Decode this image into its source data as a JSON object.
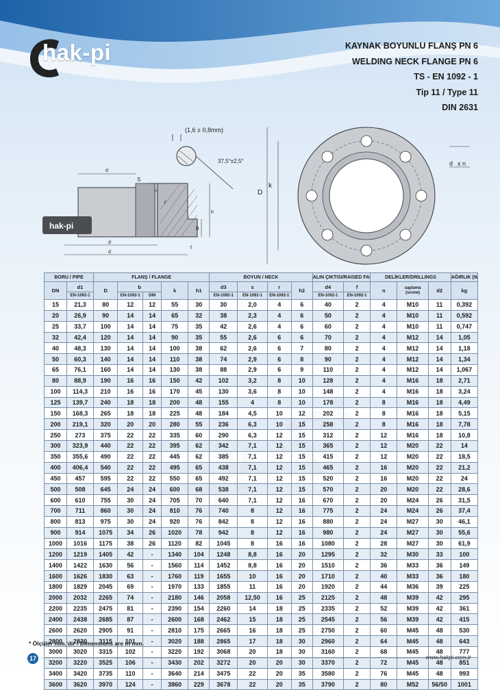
{
  "brand": {
    "logo_text": "hak-pi",
    "badge_text": "hak-pi",
    "watermark": "hak-pi"
  },
  "titles": [
    "KAYNAK BOYUNLU FLANŞ PN 6",
    "WELDING NECK FLANGE PN 6",
    "TS - EN 1092 - 1",
    "Tip 11 / Type 11",
    "DIN 2631"
  ],
  "drawing": {
    "tolerance": "(1,6 ± 0,8mm)",
    "angle": "37,5°±2,5°",
    "label_d1": "d",
    "label_s": "S",
    "label_h2": "h",
    "label_r": "r",
    "label_b": "b",
    "label_h1": "h",
    "label_f": "f",
    "label_d3": "d",
    "label_d4": "d",
    "label_D": "D",
    "label_k": "k",
    "label_d2xn": "d",
    "label_d2xn_suffix": "x n"
  },
  "table": {
    "groups": {
      "pipe": "BORU / PIPE",
      "flange": "FLANŞ / FLANGE",
      "neck": "BOYUN / NECK",
      "face": "ALIN ÇIKTISI/RAISED FACE",
      "drill": "DELİKLER/DRILLINGS",
      "weight": "AĞIRLIK (WEIGHT)"
    },
    "sym": {
      "dn": "DN",
      "d1": "d1",
      "D": "D",
      "b": "b",
      "k": "k",
      "h1": "h1",
      "d3": "d3",
      "s": "s",
      "r": "r",
      "h2": "h2",
      "d4": "d4",
      "f": "f",
      "n": "n",
      "bolt": "saplama (screw)",
      "d2": "d2",
      "kg": "kg"
    },
    "std": {
      "en": "EN-1092-1",
      "din": "DIN"
    },
    "rows": [
      [
        "15",
        "21,3",
        "80",
        "12",
        "12",
        "55",
        "30",
        "30",
        "2,0",
        "4",
        "6",
        "40",
        "2",
        "4",
        "M10",
        "11",
        "0,392"
      ],
      [
        "20",
        "26,9",
        "90",
        "14",
        "14",
        "65",
        "32",
        "38",
        "2,3",
        "4",
        "6",
        "50",
        "2",
        "4",
        "M10",
        "11",
        "0,592"
      ],
      [
        "25",
        "33,7",
        "100",
        "14",
        "14",
        "75",
        "35",
        "42",
        "2,6",
        "4",
        "6",
        "60",
        "2",
        "4",
        "M10",
        "11",
        "0,747"
      ],
      [
        "32",
        "42,4",
        "120",
        "14",
        "14",
        "90",
        "35",
        "55",
        "2,6",
        "6",
        "6",
        "70",
        "2",
        "4",
        "M12",
        "14",
        "1,05"
      ],
      [
        "40",
        "48,3",
        "130",
        "14",
        "14",
        "100",
        "38",
        "62",
        "2,6",
        "6",
        "7",
        "80",
        "2",
        "4",
        "M12",
        "14",
        "1,18"
      ],
      [
        "50",
        "60,3",
        "140",
        "14",
        "14",
        "110",
        "38",
        "74",
        "2,9",
        "6",
        "8",
        "90",
        "2",
        "4",
        "M12",
        "14",
        "1,34"
      ],
      [
        "65",
        "76,1",
        "160",
        "14",
        "14",
        "130",
        "38",
        "88",
        "2,9",
        "6",
        "9",
        "110",
        "2",
        "4",
        "M12",
        "14",
        "1,067"
      ],
      [
        "80",
        "88,9",
        "190",
        "16",
        "16",
        "150",
        "42",
        "102",
        "3,2",
        "8",
        "10",
        "128",
        "2",
        "4",
        "M16",
        "18",
        "2,71"
      ],
      [
        "100",
        "114,3",
        "210",
        "16",
        "16",
        "170",
        "45",
        "130",
        "3,6",
        "8",
        "10",
        "148",
        "2",
        "4",
        "M16",
        "18",
        "3,24"
      ],
      [
        "125",
        "139,7",
        "240",
        "18",
        "18",
        "200",
        "48",
        "155",
        "4",
        "8",
        "10",
        "178",
        "2",
        "8",
        "M16",
        "18",
        "4,49"
      ],
      [
        "150",
        "168,3",
        "265",
        "18",
        "18",
        "225",
        "48",
        "184",
        "4,5",
        "10",
        "12",
        "202",
        "2",
        "8",
        "M16",
        "18",
        "5,15"
      ],
      [
        "200",
        "219,1",
        "320",
        "20",
        "20",
        "280",
        "55",
        "236",
        "6,3",
        "10",
        "15",
        "258",
        "2",
        "8",
        "M16",
        "18",
        "7,78"
      ],
      [
        "250",
        "273",
        "375",
        "22",
        "22",
        "335",
        "60",
        "290",
        "6,3",
        "12",
        "15",
        "312",
        "2",
        "12",
        "M16",
        "18",
        "10,8"
      ],
      [
        "300",
        "323,9",
        "440",
        "22",
        "22",
        "395",
        "62",
        "342",
        "7,1",
        "12",
        "15",
        "365",
        "2",
        "12",
        "M20",
        "22",
        "14"
      ],
      [
        "350",
        "355,6",
        "490",
        "22",
        "22",
        "445",
        "62",
        "385",
        "7,1",
        "12",
        "15",
        "415",
        "2",
        "12",
        "M20",
        "22",
        "18,5"
      ],
      [
        "400",
        "406,4",
        "540",
        "22",
        "22",
        "495",
        "65",
        "438",
        "7,1",
        "12",
        "15",
        "465",
        "2",
        "16",
        "M20",
        "22",
        "21,2"
      ],
      [
        "450",
        "457",
        "595",
        "22",
        "22",
        "550",
        "65",
        "492",
        "7,1",
        "12",
        "15",
        "520",
        "2",
        "16",
        "M20",
        "22",
        "24"
      ],
      [
        "500",
        "508",
        "645",
        "24",
        "24",
        "600",
        "68",
        "538",
        "7,1",
        "12",
        "15",
        "570",
        "2",
        "20",
        "M20",
        "22",
        "28,6"
      ],
      [
        "600",
        "610",
        "755",
        "30",
        "24",
        "705",
        "70",
        "640",
        "7,1",
        "12",
        "16",
        "670",
        "2",
        "20",
        "M24",
        "26",
        "31,5"
      ],
      [
        "700",
        "711",
        "860",
        "30",
        "24",
        "810",
        "76",
        "740",
        "8",
        "12",
        "16",
        "775",
        "2",
        "24",
        "M24",
        "26",
        "37,4"
      ],
      [
        "800",
        "813",
        "975",
        "30",
        "24",
        "920",
        "76",
        "842",
        "8",
        "12",
        "16",
        "880",
        "2",
        "24",
        "M27",
        "30",
        "46,1"
      ],
      [
        "900",
        "914",
        "1075",
        "34",
        "26",
        "1020",
        "78",
        "942",
        "8",
        "12",
        "16",
        "980",
        "2",
        "24",
        "M27",
        "30",
        "55,6"
      ],
      [
        "1000",
        "1016",
        "1175",
        "38",
        "26",
        "1120",
        "82",
        "1045",
        "8",
        "16",
        "16",
        "1080",
        "2",
        "28",
        "M27",
        "30",
        "61,9"
      ],
      [
        "1200",
        "1219",
        "1405",
        "42",
        "-",
        "1340",
        "104",
        "1248",
        "8,8",
        "16",
        "20",
        "1295",
        "2",
        "32",
        "M30",
        "33",
        "100"
      ],
      [
        "1400",
        "1422",
        "1630",
        "56",
        "-",
        "1560",
        "114",
        "1452",
        "8,8",
        "16",
        "20",
        "1510",
        "2",
        "36",
        "M33",
        "36",
        "149"
      ],
      [
        "1600",
        "1626",
        "1830",
        "63",
        "-",
        "1760",
        "119",
        "1655",
        "10",
        "16",
        "20",
        "1710",
        "2",
        "40",
        "M33",
        "36",
        "180"
      ],
      [
        "1800",
        "1829",
        "2045",
        "69",
        "-",
        "1970",
        "133",
        "1855",
        "11",
        "16",
        "20",
        "1920",
        "2",
        "44",
        "M36",
        "39",
        "225"
      ],
      [
        "2000",
        "2032",
        "2265",
        "74",
        "-",
        "2180",
        "146",
        "2058",
        "12,50",
        "16",
        "25",
        "2125",
        "2",
        "48",
        "M39",
        "42",
        "295"
      ],
      [
        "2200",
        "2235",
        "2475",
        "81",
        "-",
        "2390",
        "154",
        "2260",
        "14",
        "18",
        "25",
        "2335",
        "2",
        "52",
        "M39",
        "42",
        "361"
      ],
      [
        "2400",
        "2438",
        "2685",
        "87",
        "-",
        "2600",
        "168",
        "2462",
        "15",
        "18",
        "25",
        "2545",
        "2",
        "56",
        "M39",
        "42",
        "415"
      ],
      [
        "2600",
        "2620",
        "2905",
        "91",
        "-",
        "2810",
        "175",
        "2665",
        "16",
        "18",
        "25",
        "2750",
        "2",
        "60",
        "M45",
        "48",
        "530"
      ],
      [
        "2800",
        "2820",
        "3115",
        "101",
        "-",
        "3020",
        "188",
        "2865",
        "17",
        "18",
        "30",
        "2960",
        "2",
        "64",
        "M45",
        "48",
        "643"
      ],
      [
        "3000",
        "3020",
        "3315",
        "102",
        "-",
        "3220",
        "192",
        "3068",
        "20",
        "18",
        "30",
        "3160",
        "2",
        "68",
        "M45",
        "48",
        "777"
      ],
      [
        "3200",
        "3220",
        "3525",
        "106",
        "-",
        "3430",
        "202",
        "3272",
        "20",
        "20",
        "30",
        "3370",
        "2",
        "72",
        "M45",
        "48",
        "851"
      ],
      [
        "3400",
        "3420",
        "3735",
        "110",
        "-",
        "3640",
        "214",
        "3475",
        "22",
        "20",
        "35",
        "3580",
        "2",
        "76",
        "M45",
        "48",
        "993"
      ],
      [
        "3600",
        "3620",
        "3970",
        "124",
        "-",
        "3860",
        "229",
        "3678",
        "22",
        "20",
        "35",
        "3790",
        "2",
        "80",
        "M52",
        "56/50",
        "1001"
      ]
    ]
  },
  "footnote": "* Ölçüler mm.'dir / Dimensions are in mm.",
  "footer": {
    "page_number": "17",
    "website": "www.hakpi.com.tr"
  },
  "colors": {
    "accent": "#1e63a8",
    "header_fill": "#d5e3f1",
    "grid": "#7a8fa6"
  }
}
